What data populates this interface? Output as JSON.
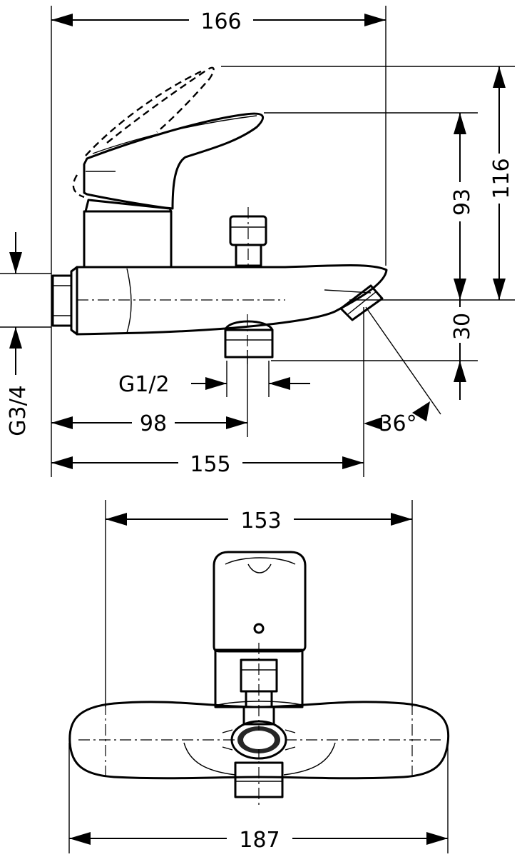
{
  "drawing": {
    "side_view": {
      "overall_length": "166",
      "total_height": "116",
      "lever_height": "93",
      "spout_drop": "30",
      "outlet_thread": "G1/2",
      "outlet_offset": "98",
      "body_length": "155",
      "spout_angle": "36°",
      "inlet_thread": "G3/4"
    },
    "top_view": {
      "connection_width": "153",
      "body_width": "187"
    }
  }
}
